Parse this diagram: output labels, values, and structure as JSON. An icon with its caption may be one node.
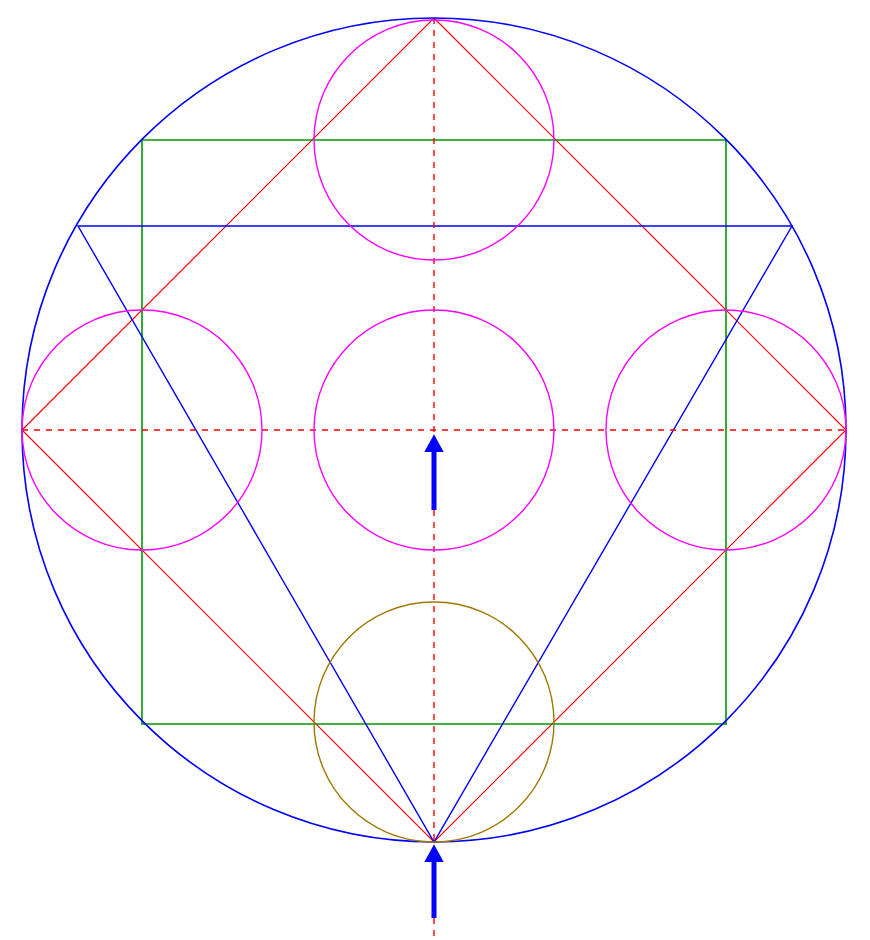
{
  "diagram": {
    "nodes": [
      {
        "text": [],
        "shape": "circle"
      },
      {
        "text": [],
        "shape": "circle",
        "in": 0
      },
      {
        "text": [],
        "shape": "circle",
        "in": 0
      },
      {
        "text": [],
        "shape": "circle",
        "in": 0
      },
      {
        "text": [],
        "shape": "circle",
        "in": 0
      },
      {
        "text": [],
        "shape": "circle",
        "in": 0
      }
    ]
  }
}
